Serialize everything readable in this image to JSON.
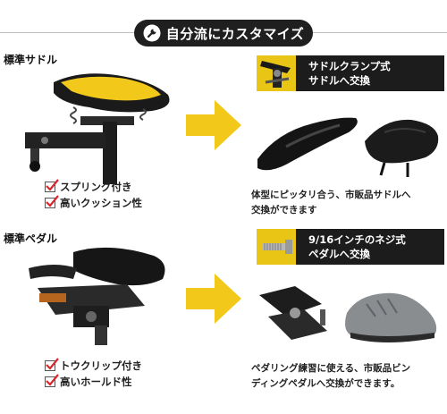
{
  "header": {
    "title": "自分流にカスタマイズ",
    "icon": "wrench-icon"
  },
  "saddle_section": {
    "label": "標準サドル",
    "features": [
      "スプリング付き",
      "高いクッション性"
    ],
    "upgrade": {
      "title_lines": [
        "サドルクランプ式",
        "サドルへ交換"
      ],
      "description_lines": [
        "体型にピッタリ合う、市販品サドルへ",
        "交換ができます"
      ]
    }
  },
  "pedal_section": {
    "label": "標準ペダル",
    "features": [
      "トウクリップ付き",
      "高いホールド性"
    ],
    "upgrade": {
      "title_lines": [
        "9/16インチのネジ式",
        "ペダルへ交換"
      ],
      "description_lines": [
        "ペダリング練習に使える、市販品ビン",
        "ディングペダルへ交換ができます。"
      ]
    }
  },
  "colors": {
    "banner": "#1f1f1f",
    "accent_yellow": "#f2c81a",
    "check_red": "#d8262c"
  }
}
